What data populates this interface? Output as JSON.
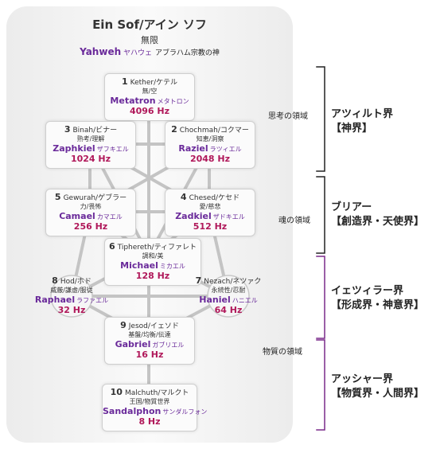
{
  "header": {
    "title": "Ein Sof/アイン ソフ",
    "subtitle": "無限",
    "god_name": "Yahweh",
    "god_kana": "ヤハウェ",
    "god_desc": "アブラハム宗教の神"
  },
  "sephirot": [
    {
      "num": "1",
      "name": "Kether/ケテル",
      "meaning": "無/空",
      "angel": "Metatron",
      "angel_kana": "メタトロン",
      "freq": "4096 Hz"
    },
    {
      "num": "2",
      "name": "Chochmah/コクマー",
      "meaning": "知恵/洞察",
      "angel": "Raziel",
      "angel_kana": "ラツィエル",
      "freq": "2048 Hz"
    },
    {
      "num": "3",
      "name": "Binah/ビナー",
      "meaning": "熟考/理解",
      "angel": "Zaphkiel",
      "angel_kana": "ザフキエル",
      "freq": "1024 Hz"
    },
    {
      "num": "4",
      "name": "Chesed/ケセド",
      "meaning": "愛/慈悲",
      "angel": "Zadkiel",
      "angel_kana": "ザドキエル",
      "freq": "512 Hz"
    },
    {
      "num": "5",
      "name": "Gewurah/ゲブラー",
      "meaning": "力/畏怖",
      "angel": "Camael",
      "angel_kana": "カマエル",
      "freq": "256 Hz"
    },
    {
      "num": "6",
      "name": "Tiphereth/ティファレト",
      "meaning": "調和/美",
      "angel": "Michael",
      "angel_kana": "ミカエル",
      "freq": "128 Hz"
    },
    {
      "num": "7",
      "name": "Nezach/ネツァク",
      "meaning": "永続性/忍耐",
      "angel": "Haniel",
      "angel_kana": "ハニエル",
      "freq": "64 Hz"
    },
    {
      "num": "8",
      "name": "Hod/ホド",
      "meaning": "威厳/謙虚/服従",
      "angel": "Raphael",
      "angel_kana": "ラファエル",
      "freq": "32 Hz"
    },
    {
      "num": "9",
      "name": "Jesod/イェソド",
      "meaning": "基盤/均衡/伝達",
      "angel": "Gabriel",
      "angel_kana": "ガブリエル",
      "freq": "16 Hz"
    },
    {
      "num": "10",
      "name": "Malchuth/マルクト",
      "meaning": "王国/物質世界",
      "angel": "Sandalphon",
      "angel_kana": "サンダルフォン",
      "freq": "8 Hz"
    }
  ],
  "realms": {
    "thought": "思考の領域",
    "soul": "魂の領域",
    "matter": "物質の領域"
  },
  "worlds": [
    {
      "name": "アツィルト界",
      "sub": "【神界】"
    },
    {
      "name": "ブリアー",
      "sub": "【創造界・天使界】"
    },
    {
      "name": "イェツィラー界",
      "sub": "【形成界・神意界】"
    },
    {
      "name": "アッシャー界",
      "sub": "【物質界・人間界】"
    }
  ],
  "colors": {
    "angel": "#6a2a9a",
    "frequency": "#b0185a",
    "bracket": "#222222",
    "bracket_accent": "#7a2a8a"
  }
}
